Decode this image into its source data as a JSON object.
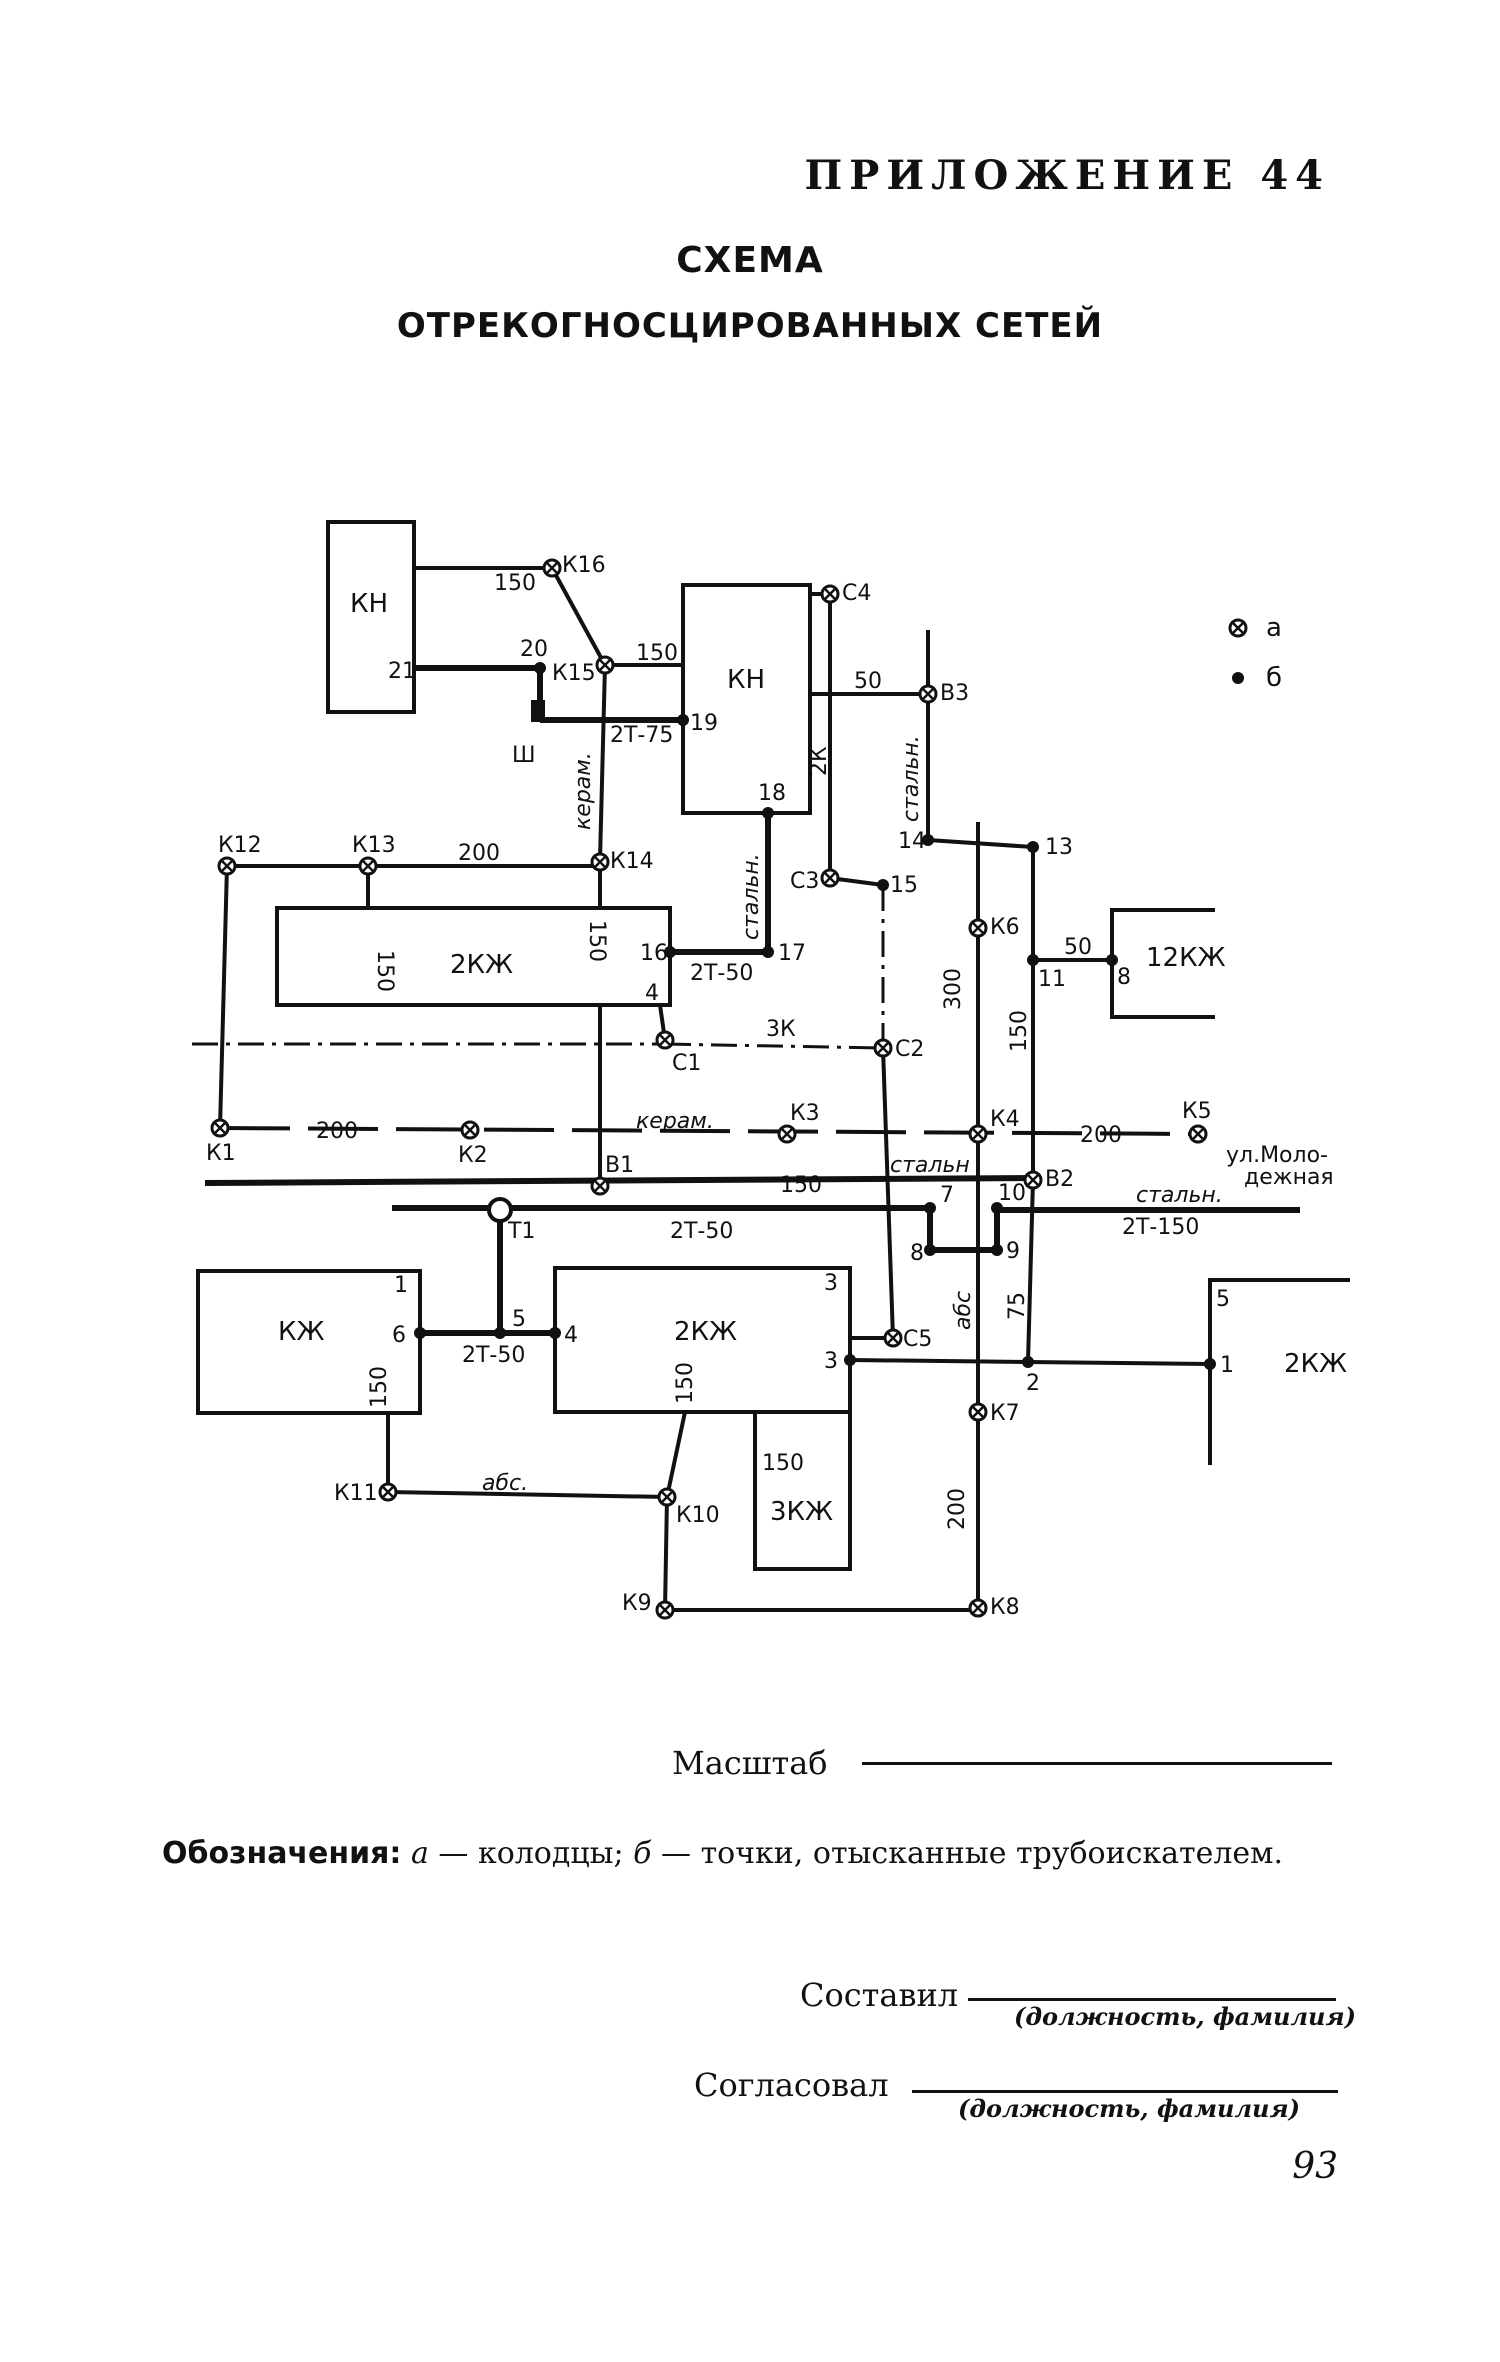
{
  "header": {
    "appendix": "ПРИЛОЖЕНИЕ 44",
    "title_line1": "СХЕМА",
    "title_line2": "ОТРЕКОГНОСЦИРОВАННЫХ СЕТЕЙ"
  },
  "diagram": {
    "blocks": {
      "kn_left": "КН",
      "kn_mid": "КН",
      "kzh_2_top": "2КЖ",
      "kzh_12": "12КЖ",
      "kzh_left": "КЖ",
      "kzh_2_mid": "2КЖ",
      "kzh_3": "3КЖ",
      "kzh_2_right": "2КЖ"
    },
    "wells": {
      "K16": "К16",
      "K15": "К15",
      "K14": "К14",
      "K13": "К13",
      "K12": "К12",
      "K1": "К1",
      "K2": "К2",
      "K3": "К3",
      "K4": "К4",
      "K5": "К5",
      "K6": "К6",
      "K7": "К7",
      "K8": "К8",
      "K9": "К9",
      "K10": "К10",
      "K11": "К11",
      "C1": "С1",
      "C2": "С2",
      "C3": "С3",
      "C4": "С4",
      "C5": "С5",
      "B1": "В1",
      "B2": "В2",
      "B3": "В3",
      "T1": "Т1",
      "SH1": "Ш"
    },
    "points": {
      "p1": "1",
      "p2": "2",
      "p3": "3",
      "p3b": "3",
      "p4": "4",
      "p4b": "4",
      "p5": "5",
      "p5b": "5",
      "p6": "6",
      "p1b": "1",
      "p1c": "1",
      "p7": "7",
      "p8": "8",
      "p9": "9",
      "p10": "10",
      "p11": "11",
      "p13": "13",
      "p14": "14",
      "p15": "15",
      "p16": "16",
      "p17": "17",
      "p18": "18",
      "p19": "19",
      "p20": "20",
      "p21": "21",
      "p8b": "8"
    },
    "dims": {
      "d150a": "150",
      "d150b": "150",
      "d50a": "50",
      "d200a": "200",
      "d150c": "150",
      "d150d": "150",
      "d50b": "50",
      "d300": "300",
      "d150e": "150",
      "d200b": "200",
      "d200c": "200",
      "d150f": "150",
      "d75": "75",
      "d150g": "150",
      "d150h": "150",
      "d150i": "150",
      "d200d": "200",
      "t275": "2Т-75",
      "t250a": "2Т-50",
      "t250b": "2Т-50",
      "t250c": "2Т-50",
      "t2150": "2Т-150",
      "k2": "2К",
      "k3": "3К"
    },
    "materials": {
      "keram_v": "керам.",
      "staln_a": "стальн.",
      "staln_b": "стальн.",
      "keram_h": "керам.",
      "staln_c": "стальн",
      "staln_d": "стальн.",
      "abs_v": "абс",
      "abs_h": "абс."
    },
    "street": {
      "line1": "ул.Моло-",
      "line2": "дежная"
    },
    "legend_key": {
      "a": "а",
      "b": "б"
    }
  },
  "scale": {
    "label": "Масштаб"
  },
  "legend": {
    "title": "Обозначения:",
    "a_key": "а",
    "a_text": "— колодцы;",
    "b_key": "б",
    "b_text": "— точки, отысканные трубоискателем."
  },
  "signatures": {
    "compiled_label": "Составил",
    "compiled_hint": "(должность, фамилия)",
    "agreed_label": "Согласовал",
    "agreed_hint": "(должность, фамилия)"
  },
  "page_number": "93"
}
